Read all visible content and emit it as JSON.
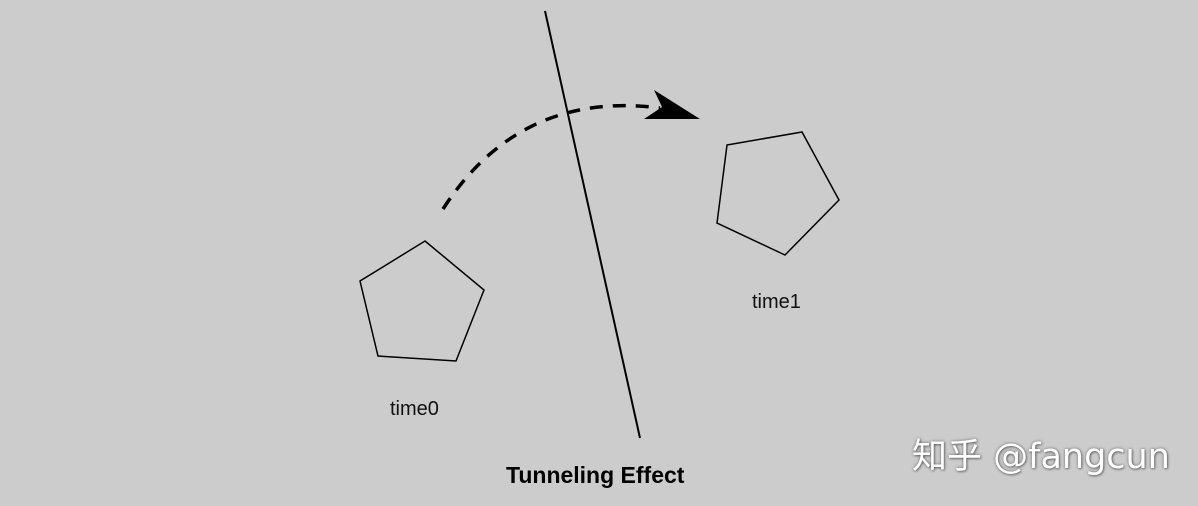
{
  "diagram": {
    "title": "Tunneling Effect",
    "objects": [
      {
        "id": "pentagon-time0",
        "label": "time0"
      },
      {
        "id": "pentagon-time1",
        "label": "time1"
      }
    ],
    "wall": {
      "name": "obstacle-line"
    },
    "motion": {
      "name": "motion-arrow",
      "style": "dashed"
    },
    "colors": {
      "background": "#cccccc",
      "stroke": "#000000",
      "text": "#111111"
    }
  },
  "watermark": {
    "text": "知乎 @fangcun"
  }
}
